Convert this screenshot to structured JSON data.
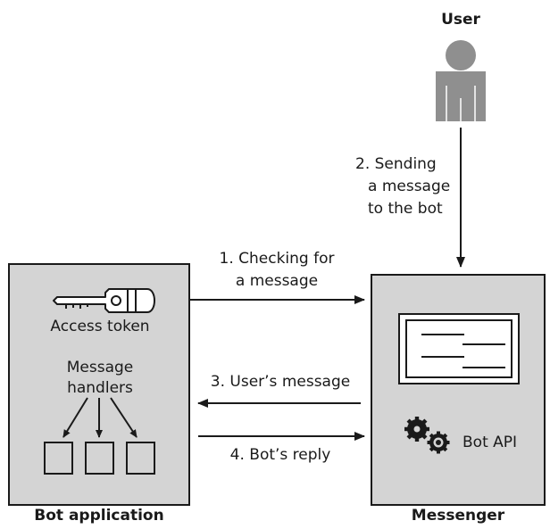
{
  "user": {
    "label": "User"
  },
  "bot_application": {
    "caption": "Bot application",
    "access_token_label": "Access token",
    "handlers_label_line1": "Message",
    "handlers_label_line2": "handlers"
  },
  "messenger": {
    "caption": "Messenger",
    "bot_api_label": "Bot API"
  },
  "steps": {
    "step1_line1": "1. Checking for",
    "step1_line2": "a message",
    "step2_line1": "2. Sending",
    "step2_line2": "a message",
    "step2_line3": "to the bot",
    "step3": "3. User’s message",
    "step4": "4. Bot’s reply"
  },
  "colors": {
    "box_fill": "#d4d4d4",
    "stroke": "#1a1a1a",
    "user_fill": "#8f8f8f"
  }
}
